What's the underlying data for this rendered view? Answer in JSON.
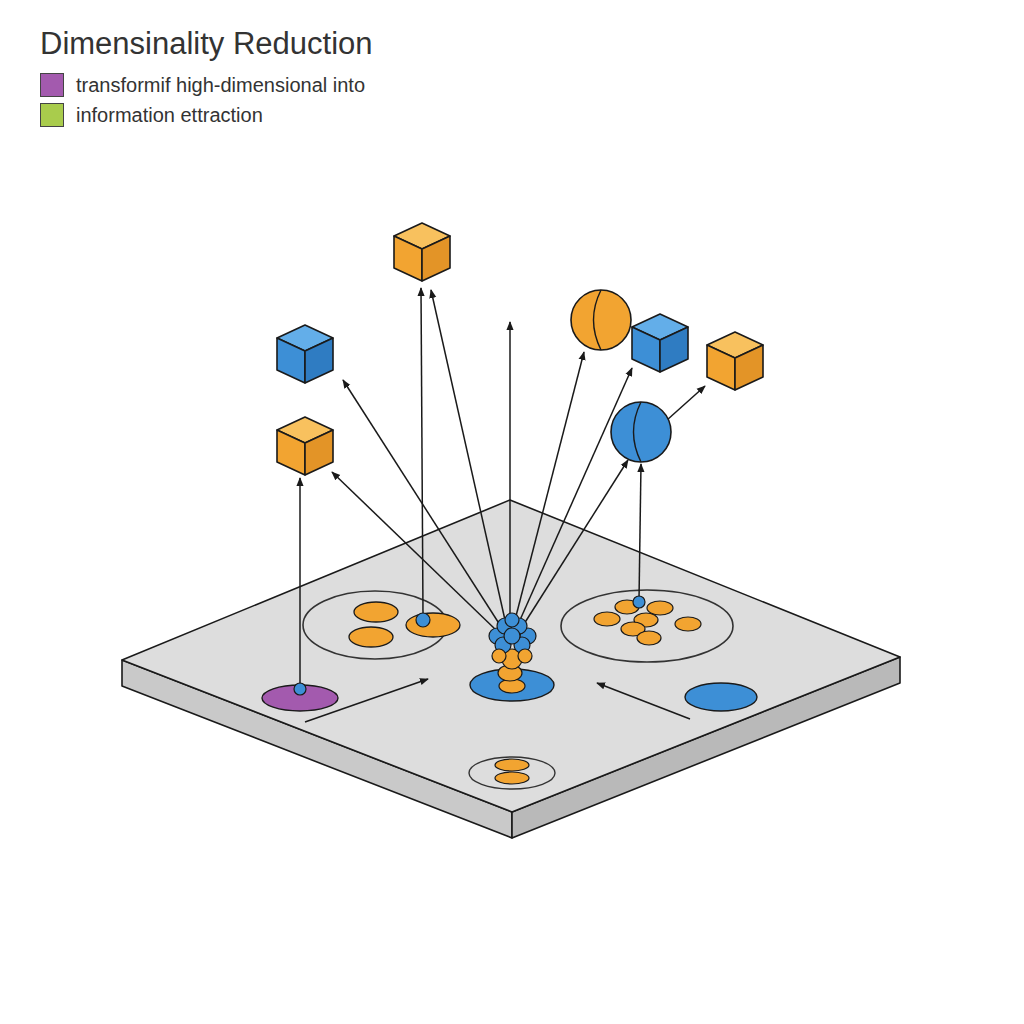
{
  "diagram": {
    "title": "Dimensinality Reduction",
    "legend": [
      {
        "text": "transformif high-dimensional into",
        "color": "#a35aae"
      },
      {
        "text": "information ettraction",
        "color": "#a9cc4c"
      }
    ]
  }
}
